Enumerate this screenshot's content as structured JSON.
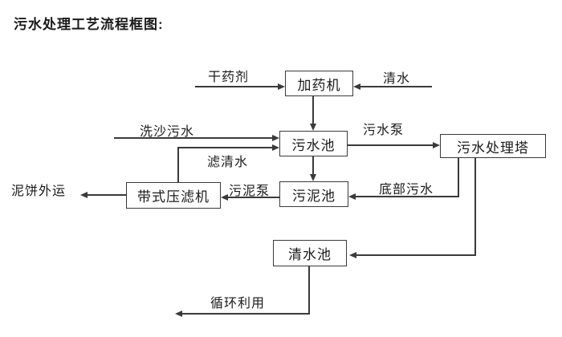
{
  "title": "污水处理工艺流程框图:",
  "nodes": {
    "dosing_machine": {
      "label": "加药机"
    },
    "sewage_pool": {
      "label": "污水池"
    },
    "treatment_tower": {
      "label": "污水处理塔"
    },
    "sludge_pool": {
      "label": "污泥池"
    },
    "belt_filter_press": {
      "label": "带式压滤机"
    },
    "clean_water_pool": {
      "label": "清水池"
    }
  },
  "flow_labels": {
    "dry_chemical": "干药剂",
    "clean_water": "清水",
    "sand_washing_sewage": "洗沙污水",
    "filtered_water": "滤清水",
    "sewage_pump": "污水泵",
    "bottom_sewage": "底部污水",
    "sludge_pump": "污泥泵",
    "mud_cake_out": "泥饼外运",
    "recycle_use": "循环利用"
  },
  "colors": {
    "line": "#3a3a3a",
    "text": "#1b1b1b",
    "background": "#ffffff"
  }
}
